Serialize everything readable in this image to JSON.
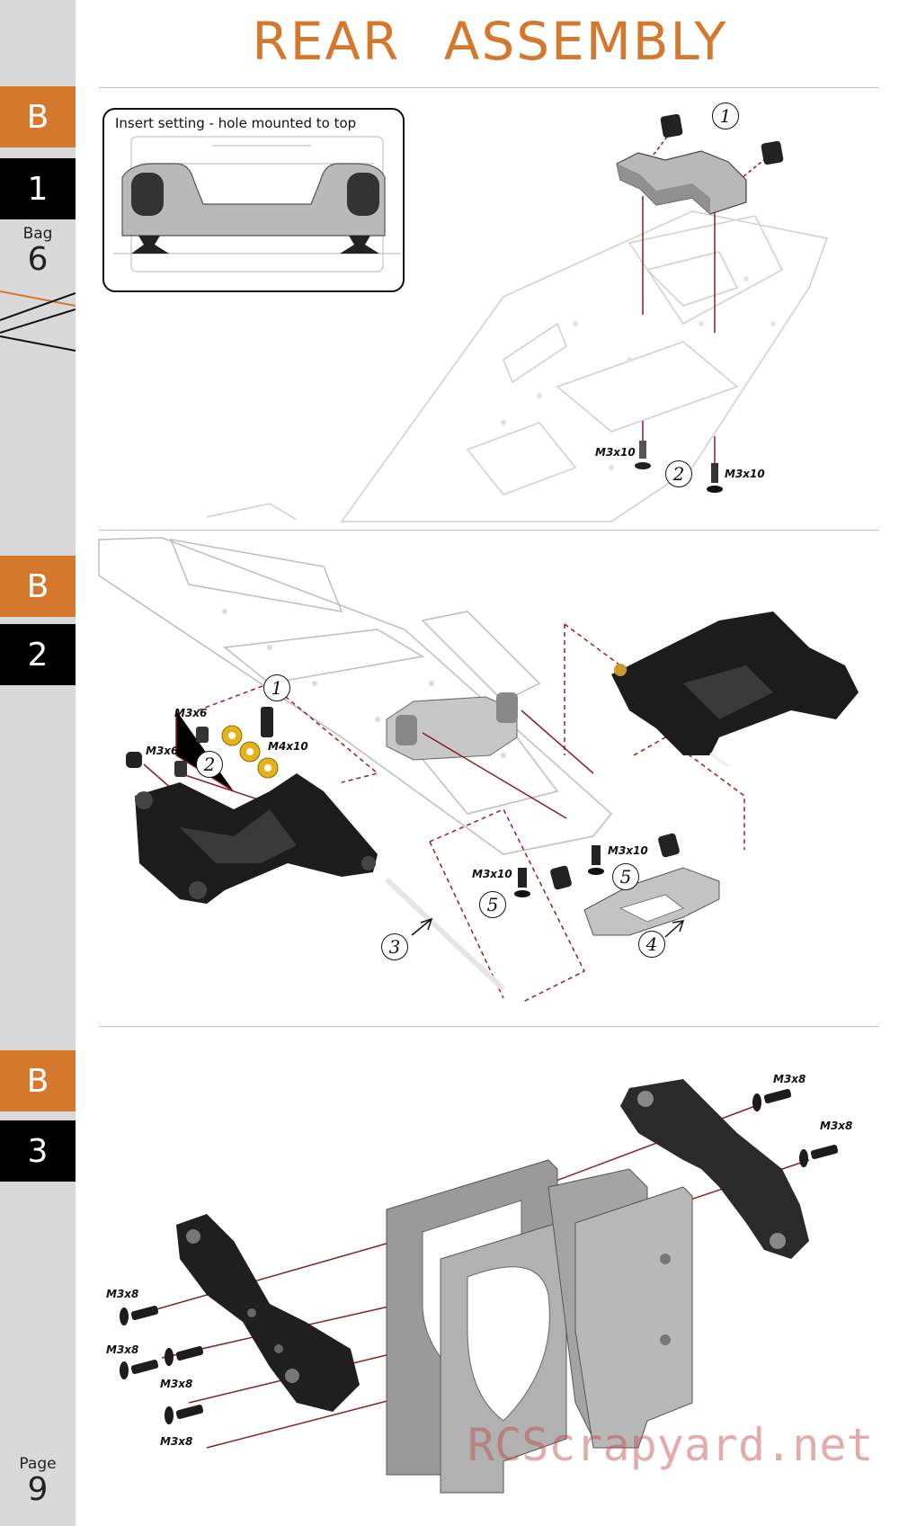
{
  "page": {
    "title": "REAR   ASSEMBLY",
    "bag_label": "Bag",
    "bag_number": "6",
    "page_label": "Page",
    "page_number": "9",
    "watermark": "RCScrapyard.net"
  },
  "steps": [
    {
      "letter": "B",
      "number": "1"
    },
    {
      "letter": "B",
      "number": "2"
    },
    {
      "letter": "B",
      "number": "3"
    }
  ],
  "step1": {
    "callout": "Insert setting - hole mounted to top",
    "labels": [
      "M3x10",
      "M3x10"
    ],
    "callouts": [
      "1",
      "2"
    ]
  },
  "step2": {
    "labels": [
      "M3x6",
      "M3x6",
      "M4x10",
      "M3x10",
      "M3x10"
    ],
    "callouts": [
      "1",
      "2",
      "3",
      "4",
      "5",
      "5"
    ]
  },
  "step3": {
    "labels": [
      "M3x8",
      "M3x8",
      "M3x8",
      "M3x8",
      "M3x8",
      "M3x8"
    ]
  },
  "colors": {
    "accent": "#d3782d",
    "sidebar": "#d9d9d9",
    "guide_line": "#8a1a2b"
  }
}
